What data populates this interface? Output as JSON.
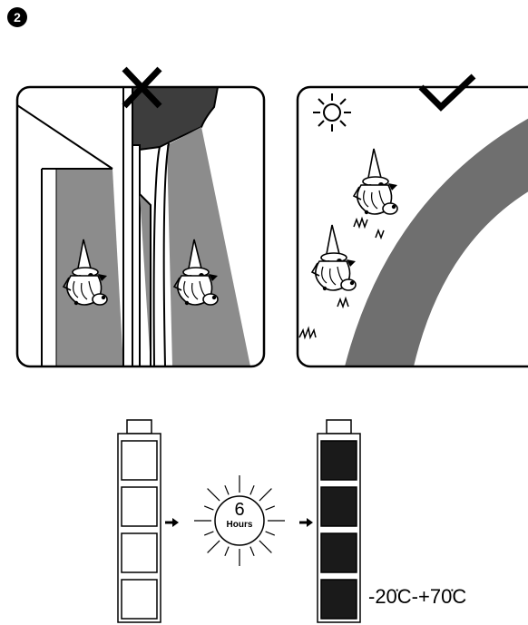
{
  "step": {
    "number": "2"
  },
  "panels": {
    "wrong": {
      "mark": "cross-mark",
      "subject": "garden-gnome-light-in-shade"
    },
    "right": {
      "mark": "check-mark",
      "subject": "garden-gnome-light-in-sunlight"
    }
  },
  "charging": {
    "hours_value": "6",
    "hours_label": "Hours",
    "temperature_range": "-20̇C-+70̇C",
    "battery_before": {
      "level": 0
    },
    "battery_after": {
      "level": 1
    }
  }
}
